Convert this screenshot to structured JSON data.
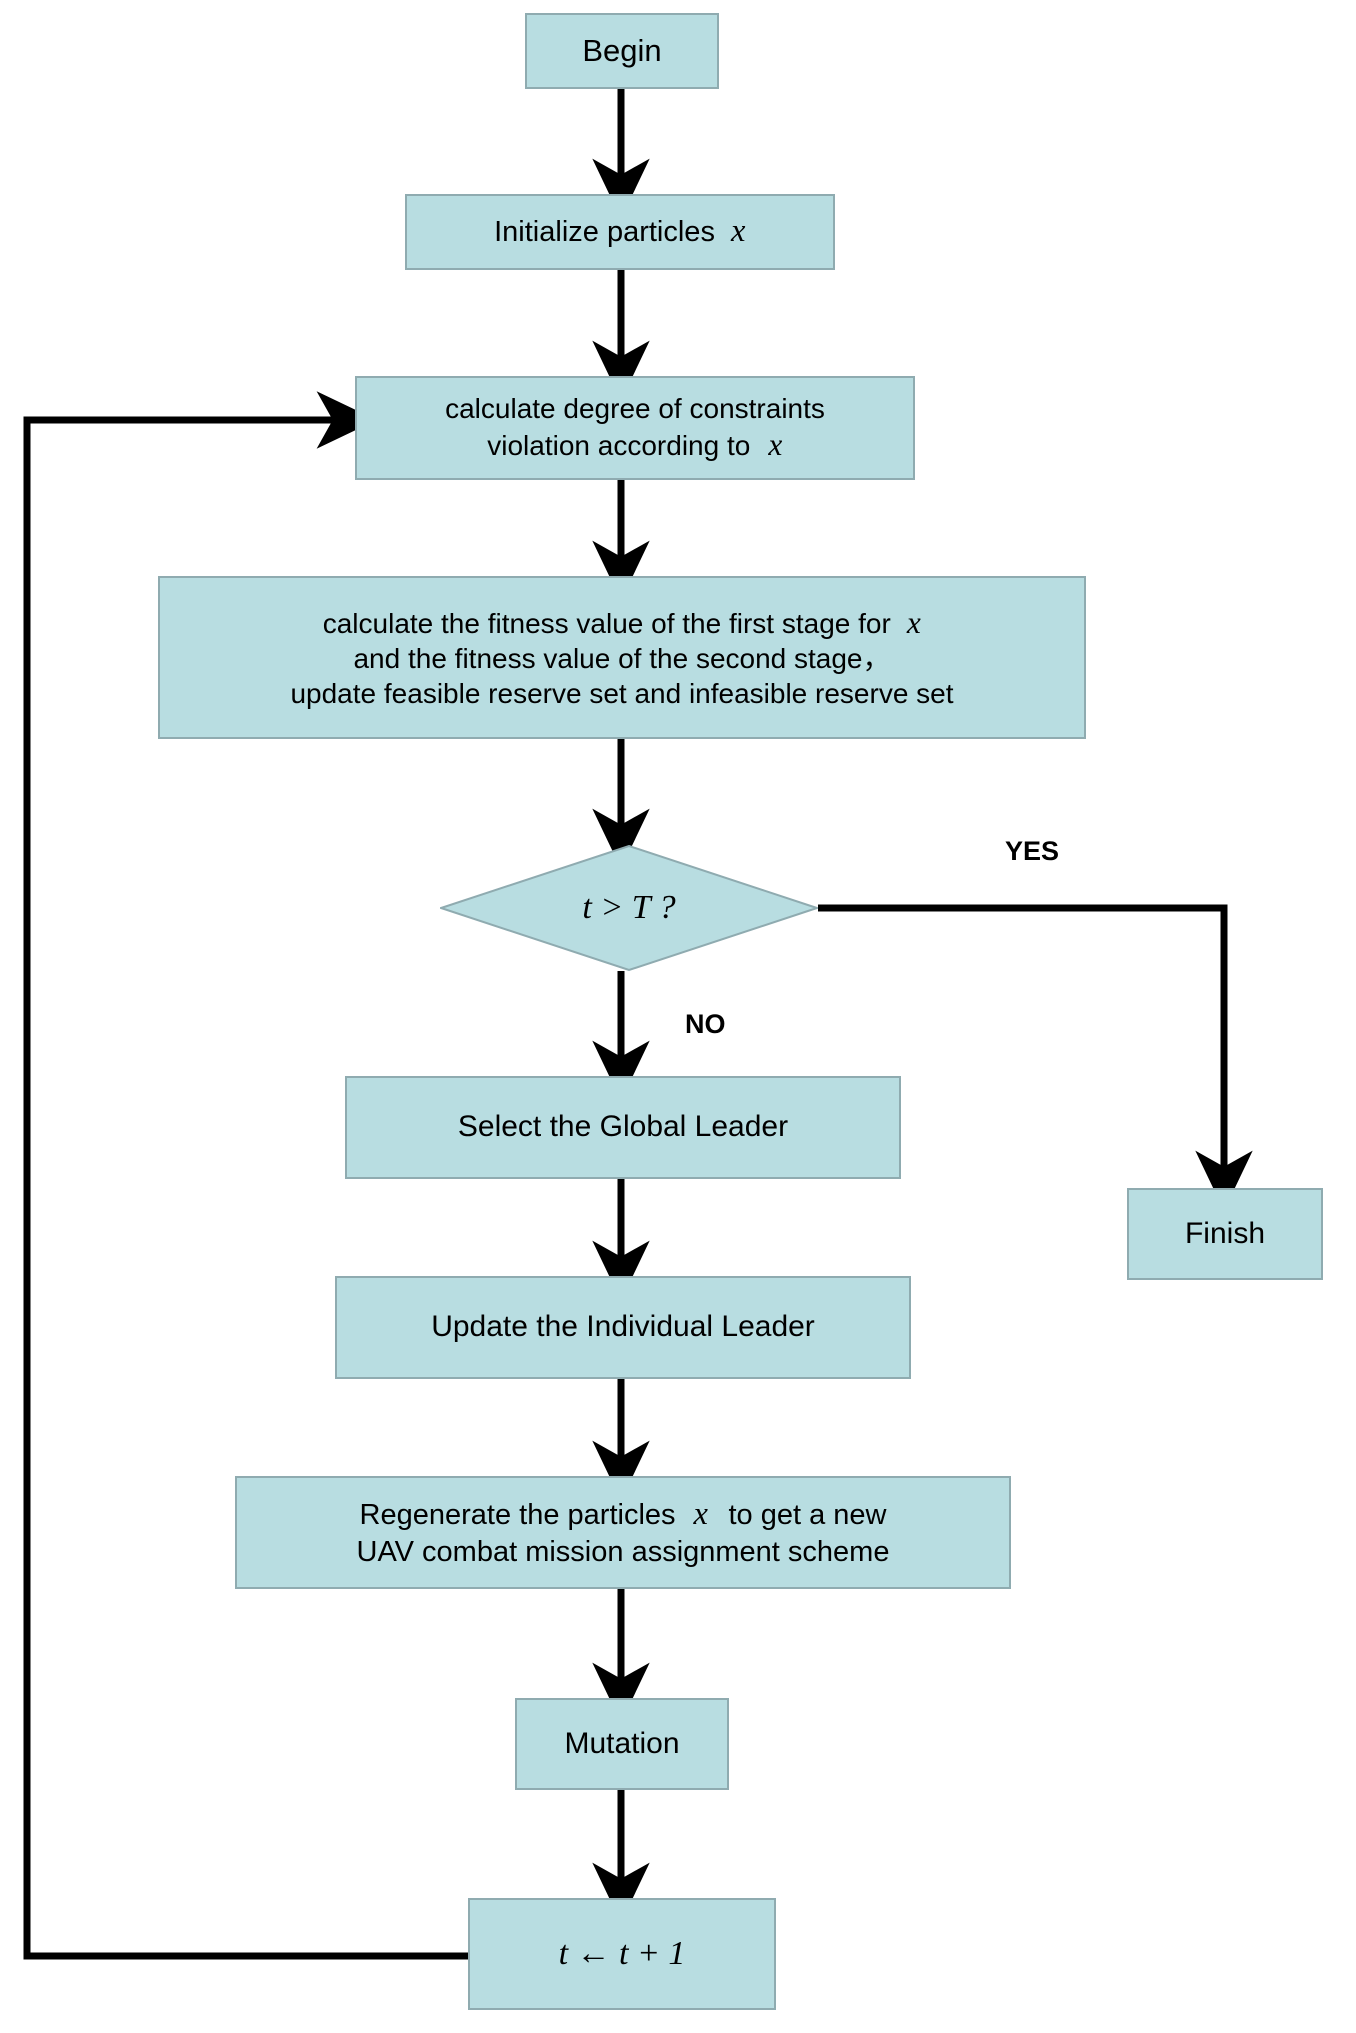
{
  "diagram": {
    "title": "UAV combat mission assignment algorithm flowchart",
    "colors": {
      "node_fill": "#b8dde1",
      "node_border": "#8fabb0",
      "connector": "#000000",
      "text": "#000000",
      "background": "#ffffff"
    },
    "nodes": {
      "begin": {
        "label": "Begin",
        "shape": "rect"
      },
      "initialize": {
        "label_pre": "Initialize particles",
        "label_var": "x",
        "shape": "rect"
      },
      "constraints": {
        "line1_pre": "calculate degree of  constraints",
        "line2_pre": "violation according to",
        "line2_var": "x",
        "shape": "rect"
      },
      "fitness": {
        "line1_pre": "calculate the fitness value of the first stage for",
        "line1_var": "x",
        "line2": "and the fitness value of the second stage，",
        "line3": "update feasible reserve set and infeasible reserve set",
        "shape": "rect"
      },
      "decision": {
        "label": "t > T ?",
        "shape": "diamond"
      },
      "global_leader": {
        "label": "Select the Global Leader",
        "shape": "rect"
      },
      "individual_leader": {
        "label": "Update the Individual Leader",
        "shape": "rect"
      },
      "regenerate": {
        "line1_pre": "Regenerate the  particles",
        "line1_var": "x",
        "line1_post": "to get a new",
        "line2": "UAV combat mission assignment scheme",
        "shape": "rect"
      },
      "mutation": {
        "label": "Mutation",
        "shape": "rect"
      },
      "increment": {
        "label": "t ← t + 1",
        "shape": "rect"
      },
      "finish": {
        "label": "Finish",
        "shape": "rect"
      }
    },
    "edge_labels": {
      "yes": "YES",
      "no": "NO"
    }
  }
}
